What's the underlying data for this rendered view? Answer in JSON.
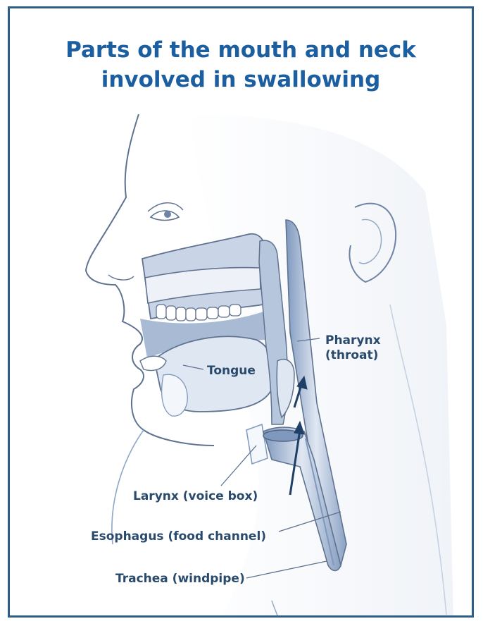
{
  "title": {
    "line1": "Parts of the mouth and neck",
    "line2": "involved in swallowing"
  },
  "labels": {
    "pharynx_line1": "Pharynx",
    "pharynx_line2": "(throat)",
    "tongue": "Tongue",
    "larynx": "Larynx (voice box)",
    "esophagus": "Esophagus (food channel)",
    "trachea": "Trachea (windpipe)"
  },
  "colors": {
    "frame": "#2e5d88",
    "title": "#1c5fa0",
    "label": "#294a6c",
    "outline": "#5f7290",
    "tissue": "#c9d5e6",
    "tissue_dark": "#8fa6c6"
  }
}
